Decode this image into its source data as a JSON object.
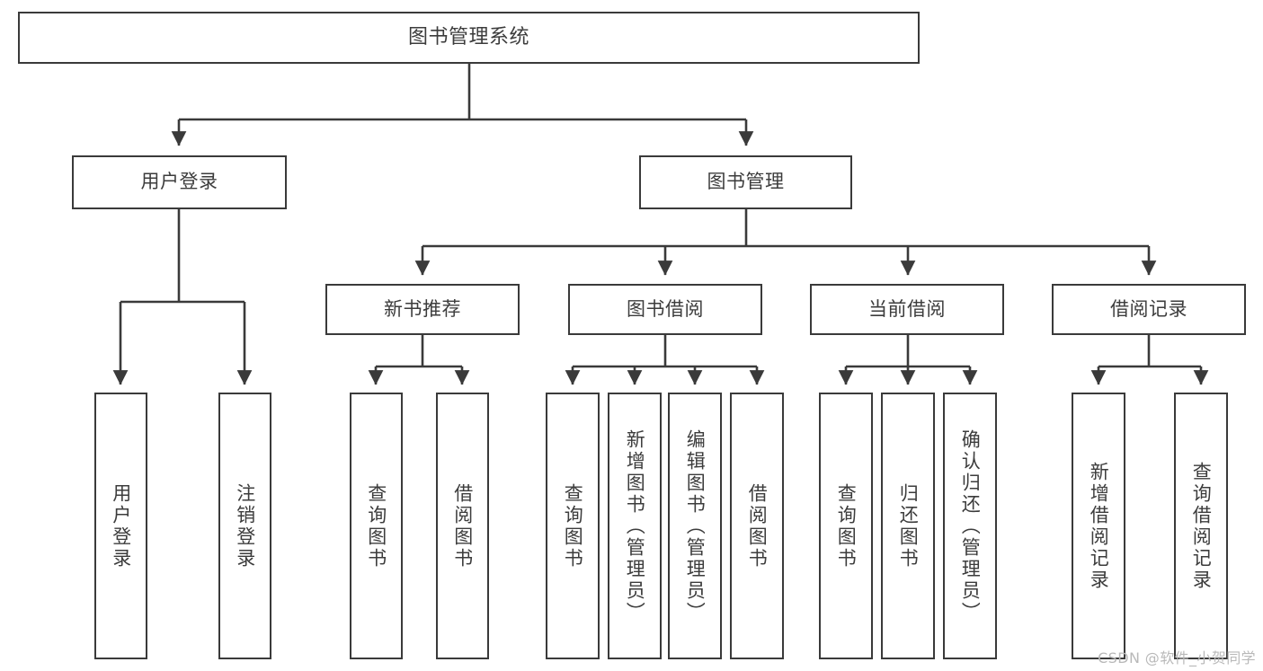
{
  "diagram": {
    "title": "图书管理系统",
    "watermark": "CSDN @软件_小贺同学",
    "colors": {
      "stroke": "#3a3a3a",
      "text": "#3c3c3c",
      "background": "#ffffff",
      "watermark": "#b9b9b9"
    },
    "nodes": {
      "root": {
        "label": "图书管理系统"
      },
      "level1": [
        {
          "label": "用户登录"
        },
        {
          "label": "图书管理"
        }
      ],
      "level2": [
        {
          "label": "新书推荐"
        },
        {
          "label": "图书借阅"
        },
        {
          "label": "当前借阅"
        },
        {
          "label": "借阅记录"
        }
      ],
      "leaves": {
        "user_login": [
          {
            "label": "用户登录"
          },
          {
            "label": "注销登录"
          }
        ],
        "new_book": [
          {
            "label": "查询图书"
          },
          {
            "label": "借阅图书"
          }
        ],
        "book_borrow": [
          {
            "label": "查询图书"
          },
          {
            "label": "新增图书（管理员）"
          },
          {
            "label": "编辑图书（管理员）"
          },
          {
            "label": "借阅图书"
          }
        ],
        "current_borrow": [
          {
            "label": "查询图书"
          },
          {
            "label": "归还图书"
          },
          {
            "label": "确认归还（管理员）"
          }
        ],
        "borrow_record": [
          {
            "label": "新增借阅记录"
          },
          {
            "label": "查询借阅记录"
          }
        ]
      }
    }
  }
}
